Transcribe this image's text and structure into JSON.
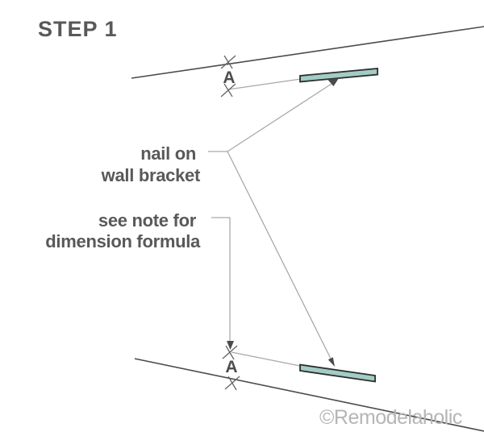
{
  "diagram": {
    "title": "STEP 1",
    "callouts": {
      "nail": {
        "line1": "nail on",
        "line2": "wall bracket"
      },
      "note": {
        "line1": "see note for",
        "line2": "dimension formula"
      }
    },
    "dimensions": {
      "top_label": "A",
      "bottom_label": "A"
    },
    "watermark": "©Remodelaholic",
    "colors": {
      "background": "#ffffff",
      "shelf_line": "#4b4b4b",
      "leader_line": "#a9a9a9",
      "tick_mark": "#666666",
      "marker_fill": "#4a4a4a",
      "bracket_fill": "#a2ccc4",
      "bracket_stroke": "#2d2d2d",
      "title_text": "#58595b",
      "label_text": "#595959",
      "dim_text": "#4d4d4d",
      "watermark_text": "#b5b5b5"
    }
  }
}
